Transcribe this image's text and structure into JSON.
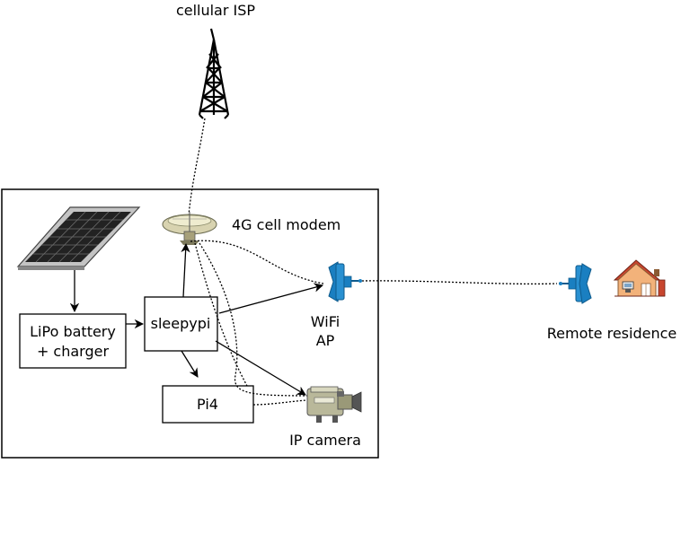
{
  "labels": {
    "cellular_isp": "cellular ISP",
    "cell_modem": "4G cell modem",
    "battery_line1": "LiPo battery",
    "battery_line2": "+ charger",
    "sleepypi": "sleepypi",
    "pi4": "Pi4",
    "wifi_line1": "WiFi",
    "wifi_line2": "AP",
    "ip_camera": "IP camera",
    "remote_residence": "Remote residence"
  },
  "icons": {
    "tower": "cell-tower-icon",
    "dish": "satellite-dish-icon",
    "solar": "solar-panel-icon",
    "antenna": "wifi-antenna-icon",
    "camera": "video-camera-icon",
    "house": "house-icon"
  },
  "colors": {
    "antenna_blue": "#1a7fc1",
    "house_wall": "#f2b27a",
    "house_roof": "#c8462e",
    "camera_body": "#b9b89a"
  }
}
